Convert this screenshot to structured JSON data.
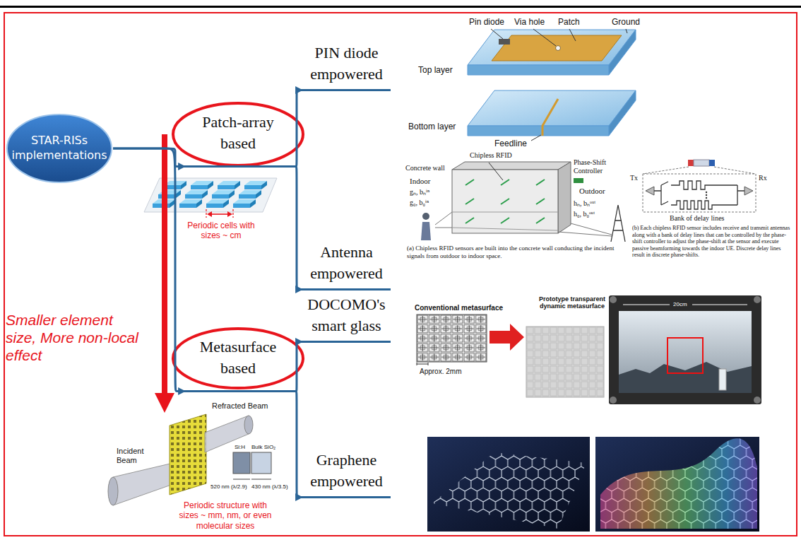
{
  "diagram": {
    "nodes": [
      {
        "text": [
          "STAR-RISs implementations"
        ]
      },
      {
        "text": [
          "Patch-array based"
        ]
      },
      {
        "text": [
          "PIN diode empowered"
        ]
      },
      {
        "text": [
          "Antenna empowered"
        ]
      },
      {
        "text": [
          "Metasurface based"
        ]
      },
      {
        "text": [
          "DOCOMO's smart glass"
        ]
      },
      {
        "text": [
          "Graphene empowered"
        ]
      }
    ],
    "edges": [
      {
        "from": 0,
        "to": 1,
        "arrow": "to"
      },
      {
        "from": 0,
        "to": 4,
        "arrow": "to"
      },
      {
        "from": 1,
        "to": 2,
        "arrow": "to"
      },
      {
        "from": 1,
        "to": 3,
        "arrow": "to"
      },
      {
        "from": 4,
        "to": 5,
        "arrow": "to"
      },
      {
        "from": 4,
        "to": 6,
        "arrow": "to"
      }
    ],
    "labels": [
      "Patch",
      "Ground",
      "Pin diode",
      "Via hole",
      "Top layer",
      "Bottom layer",
      "Feedline",
      "Periodic cells with sizes ~ cm",
      "Chipless RFID",
      "Concrete wall",
      "Phase-Shift Controller",
      "Indoor",
      "Outdoor",
      "gₙ, bₙⁱⁿ",
      "g₀, b₀ⁱⁿ",
      "hₙ, bₙᵒᵘᵗ",
      "h₀, b₀ᵒᵘᵗ",
      "(a) Chipless RFID sensors are built into the concrete wall conducting the incident signals from outdoor to indoor space.",
      "Tx",
      "Rx",
      "Bank of delay lines",
      "(b) Each chipless RFID sensor includes receive and transmit antennas along with a bank of delay lines that can be controlled by the phase-shift controller to adjust the phase-shift at the sensor and execute passive beamforming towards the indoor UE. Discrete delay lines result in discrete phase-shifts.",
      "Smaller element size, More non-local effect",
      "Conventional metasurface",
      "Approx. 2mm",
      "Prototype transparent dynamic metasurface",
      "20cm",
      "Refracted Beam",
      "Incident Beam",
      "Si:H",
      "Bulk SiO₂",
      "520 nm (λ/2.9)",
      "430 nm (λ/3.5)",
      "Periodic structure with sizes ~ mm, nm, or even molecular sizes"
    ]
  }
}
